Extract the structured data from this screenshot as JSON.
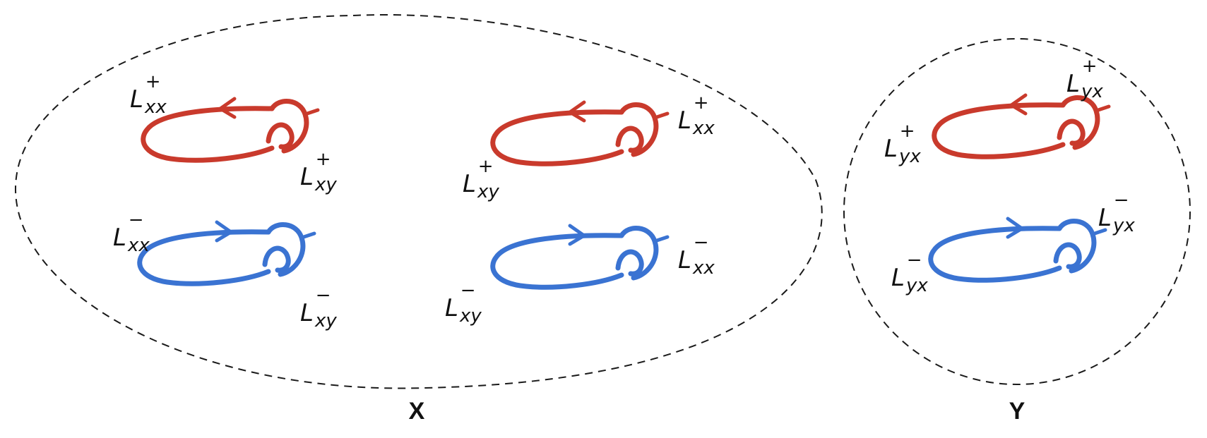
{
  "colors": {
    "positive": "#c93a2c",
    "negative": "#3a73d2",
    "outline": "#1a1a1a",
    "text": "#111111"
  },
  "sets": {
    "x": {
      "label": "X"
    },
    "y": {
      "label": "Y"
    }
  },
  "links": [
    {
      "id": "x-pos-1",
      "sign": "+",
      "color": "positive",
      "arrow": "left",
      "labels": [
        {
          "base": "L",
          "sub": "xx",
          "sup": "+"
        },
        {
          "base": "L",
          "sub": "xy",
          "sup": "+"
        }
      ]
    },
    {
      "id": "x-pos-2",
      "sign": "+",
      "color": "positive",
      "arrow": "left",
      "labels": [
        {
          "base": "L",
          "sub": "xx",
          "sup": "+"
        },
        {
          "base": "L",
          "sub": "xy",
          "sup": "+"
        }
      ]
    },
    {
      "id": "x-neg-1",
      "sign": "−",
      "color": "negative",
      "arrow": "right",
      "labels": [
        {
          "base": "L",
          "sub": "xx",
          "sup": "−"
        },
        {
          "base": "L",
          "sub": "xy",
          "sup": "−"
        }
      ]
    },
    {
      "id": "x-neg-2",
      "sign": "−",
      "color": "negative",
      "arrow": "right",
      "labels": [
        {
          "base": "L",
          "sub": "xx",
          "sup": "−"
        },
        {
          "base": "L",
          "sub": "xy",
          "sup": "−"
        }
      ]
    },
    {
      "id": "y-pos",
      "sign": "+",
      "color": "positive",
      "arrow": "left",
      "labels": [
        {
          "base": "L",
          "sub": "yx",
          "sup": "+"
        },
        {
          "base": "L",
          "sub": "yx",
          "sup": "+"
        }
      ]
    },
    {
      "id": "y-neg",
      "sign": "−",
      "color": "negative",
      "arrow": "right",
      "labels": [
        {
          "base": "L",
          "sub": "yx",
          "sup": "−"
        },
        {
          "base": "L",
          "sub": "yx",
          "sup": "−"
        }
      ]
    }
  ]
}
